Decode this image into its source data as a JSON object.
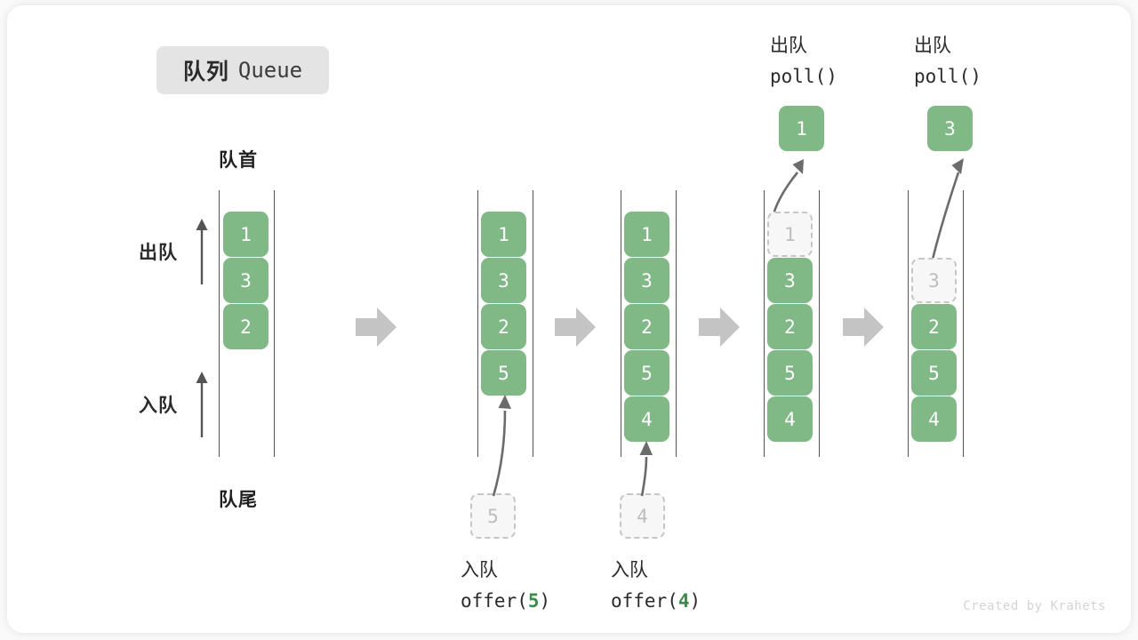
{
  "title": {
    "cn": "队列",
    "en": "Queue"
  },
  "labels": {
    "front": "队首",
    "rear": "队尾",
    "dequeue": "出队",
    "enqueue": "入队"
  },
  "watermark": "Created by Krahets",
  "colors": {
    "element": "#80b886",
    "ghost_fill": "#f7f7f7",
    "ghost_border": "#c6c6c6",
    "rail": "#545454",
    "arrow": "#c4c4c4",
    "accent_text": "#3f8a4a",
    "badge_bg": "#e4e4e4"
  },
  "steps": [
    {
      "id": "initial",
      "items": [
        "1",
        "3",
        "2"
      ],
      "ghost": null,
      "operation": null
    },
    {
      "id": "offer-5",
      "items": [
        "1",
        "3",
        "2",
        "5"
      ],
      "ghost": {
        "value": "5",
        "position": "below"
      },
      "operation": {
        "cn": "入队",
        "fn": "offer(",
        "arg": "5",
        "fn_end": ")",
        "placement": "bottom"
      }
    },
    {
      "id": "offer-4",
      "items": [
        "1",
        "3",
        "2",
        "5",
        "4"
      ],
      "ghost": {
        "value": "4",
        "position": "below"
      },
      "operation": {
        "cn": "入队",
        "fn": "offer(",
        "arg": "4",
        "fn_end": ")",
        "placement": "bottom"
      }
    },
    {
      "id": "poll-1",
      "items": [
        "3",
        "2",
        "5",
        "4"
      ],
      "ghost": {
        "value": "1",
        "position": "row0"
      },
      "popped": "1",
      "operation": {
        "cn": "出队",
        "fn": "poll(",
        "arg": "",
        "fn_end": ")",
        "placement": "top"
      }
    },
    {
      "id": "poll-3",
      "items": [
        "2",
        "5",
        "4"
      ],
      "ghost": {
        "value": "3",
        "position": "row1"
      },
      "popped": "3",
      "operation": {
        "cn": "出队",
        "fn": "poll(",
        "arg": "",
        "fn_end": ")",
        "placement": "top"
      }
    }
  ],
  "flow_arrows": 4
}
